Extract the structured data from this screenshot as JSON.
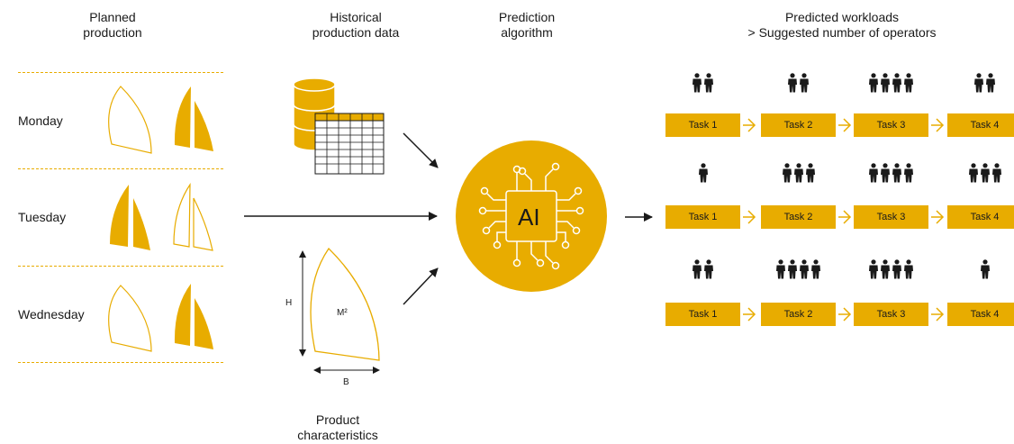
{
  "headers": {
    "planned": "Planned\nproduction",
    "historical": "Historical\nproduction data",
    "algorithm": "Prediction\nalgorithm",
    "predicted": "Predicted workloads\n> Suggested number of operators"
  },
  "days": [
    "Monday",
    "Tuesday",
    "Wednesday"
  ],
  "product": {
    "label": "Product\ncharacteristics",
    "height_label": "H",
    "area_label": "M²",
    "base_label": "B"
  },
  "ai_label": "AI",
  "workload_rows": [
    {
      "tasks": [
        {
          "label": "Task 1",
          "operators": 2
        },
        {
          "label": "Task 2",
          "operators": 2
        },
        {
          "label": "Task 3",
          "operators": 4
        },
        {
          "label": "Task 4",
          "operators": 2
        }
      ]
    },
    {
      "tasks": [
        {
          "label": "Task 1",
          "operators": 1
        },
        {
          "label": "Task 2",
          "operators": 3
        },
        {
          "label": "Task 3",
          "operators": 4
        },
        {
          "label": "Task 4",
          "operators": 3
        }
      ]
    },
    {
      "tasks": [
        {
          "label": "Task 1",
          "operators": 2
        },
        {
          "label": "Task 2",
          "operators": 4
        },
        {
          "label": "Task 3",
          "operators": 4
        },
        {
          "label": "Task 4",
          "operators": 1
        }
      ]
    }
  ],
  "colors": {
    "accent": "#e8ac00",
    "ink": "#1a1a1a"
  },
  "icons": [
    "sail-outline-icon",
    "sail-filled-icon",
    "database-icon",
    "spreadsheet-icon",
    "ai-chip-icon",
    "person-icon",
    "arrow-icon"
  ]
}
